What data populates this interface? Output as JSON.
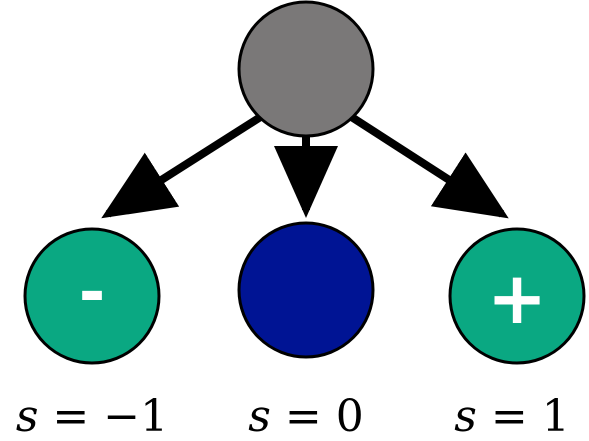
{
  "colors": {
    "root": "#7a7878",
    "negative": "#0aa882",
    "zero": "#001494",
    "positive": "#0aa882",
    "edge": "#000000"
  },
  "nodes": {
    "root": {
      "symbol": ""
    },
    "negative": {
      "symbol": "-"
    },
    "zero": {
      "symbol": ""
    },
    "positive": {
      "symbol": "+"
    }
  },
  "labels": {
    "negative": {
      "var": "s",
      "eq": " = ",
      "val": "−1"
    },
    "zero": {
      "var": "s",
      "eq": " = ",
      "val": "0"
    },
    "positive": {
      "var": "s",
      "eq": " = ",
      "val": "1"
    }
  }
}
